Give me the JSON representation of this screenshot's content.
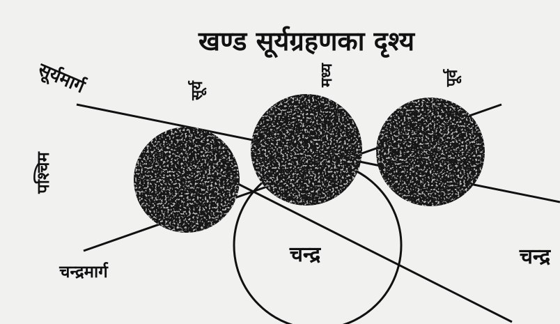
{
  "title": "खण्ड सूर्यग्रहणका दृश्य",
  "labels": {
    "sun_path": "सूर्यमार्ग",
    "moon_path": "चन्द्रमार्ग",
    "west": "पश्चिम",
    "east": "पूर्व",
    "middle": "मध्य",
    "sun_label_1": "सूर्य",
    "moon_label_1": "चन्द्र",
    "moon_label_2": "चन्द्र"
  },
  "colors": {
    "background": "#f1f1ef",
    "ink": "#111111",
    "disc": "#141414"
  }
}
